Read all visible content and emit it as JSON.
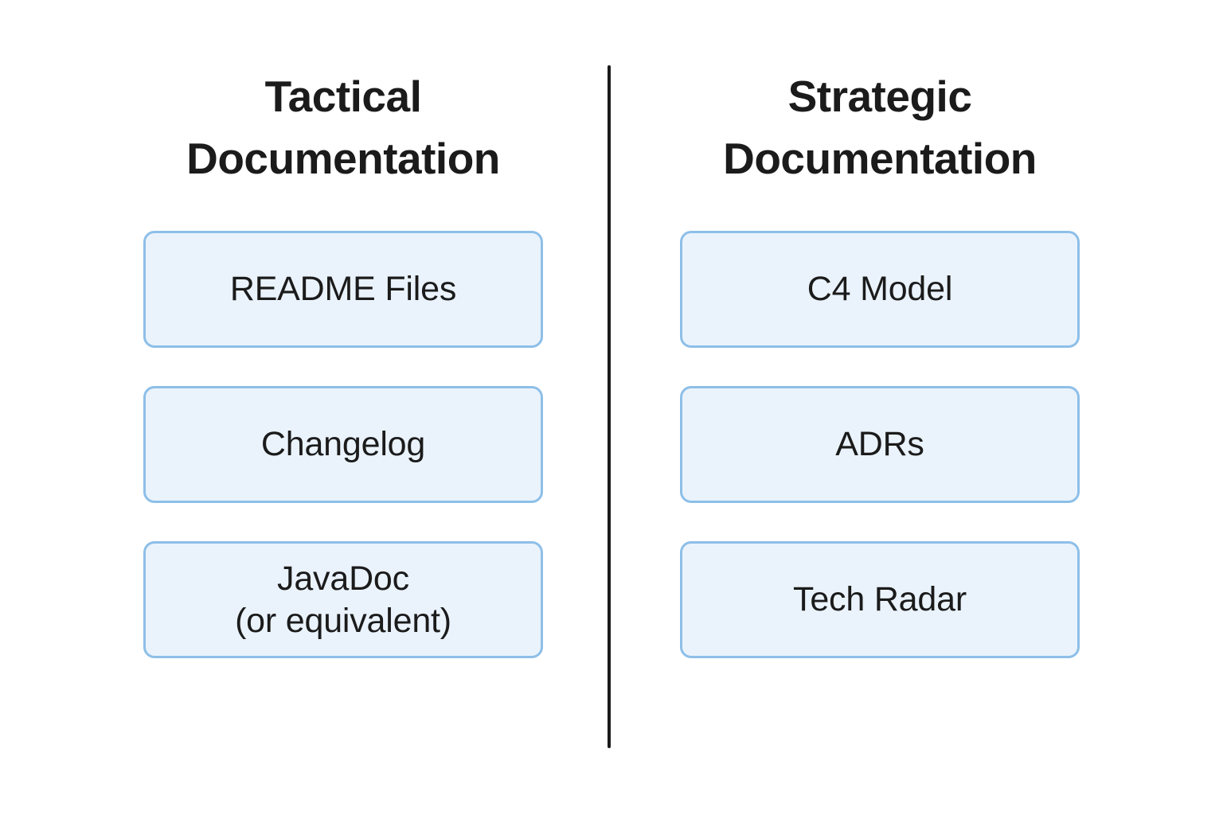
{
  "page": {
    "background_color": "#ffffff",
    "text_color": "#1b1b1b",
    "divider_color": "#1a1a1a"
  },
  "card_style": {
    "fill_color": "#eaf3fc",
    "border_color": "#8dbfe8"
  },
  "columns": [
    {
      "heading": "Tactical\nDocumentation",
      "cards": [
        {
          "label": "README Files"
        },
        {
          "label": "Changelog"
        },
        {
          "label": "JavaDoc\n(or equivalent)"
        }
      ]
    },
    {
      "heading": "Strategic\nDocumentation",
      "cards": [
        {
          "label": "C4 Model"
        },
        {
          "label": "ADRs"
        },
        {
          "label": "Tech Radar"
        }
      ]
    }
  ]
}
